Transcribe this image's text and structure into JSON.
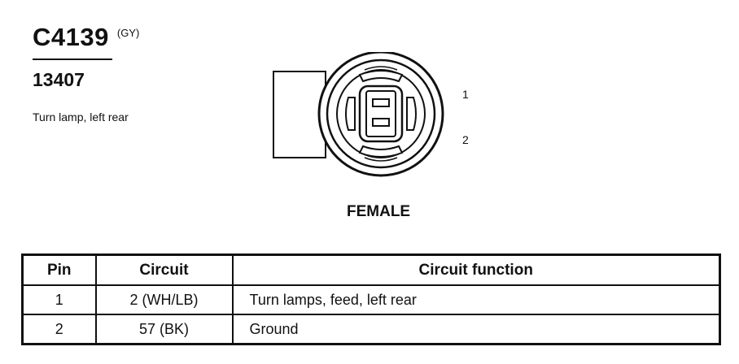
{
  "connector": {
    "id": "C4139",
    "color_code": "(GY)",
    "part_number": "13407",
    "description": "Turn lamp, left rear",
    "gender": "FEMALE",
    "pin_labels": [
      "1",
      "2"
    ]
  },
  "table": {
    "headers": [
      "Pin",
      "Circuit",
      "Circuit function"
    ],
    "rows": [
      [
        "1",
        "2 (WH/LB)",
        "Turn lamps, feed, left rear"
      ],
      [
        "2",
        "57 (BK)",
        "Ground"
      ]
    ]
  }
}
